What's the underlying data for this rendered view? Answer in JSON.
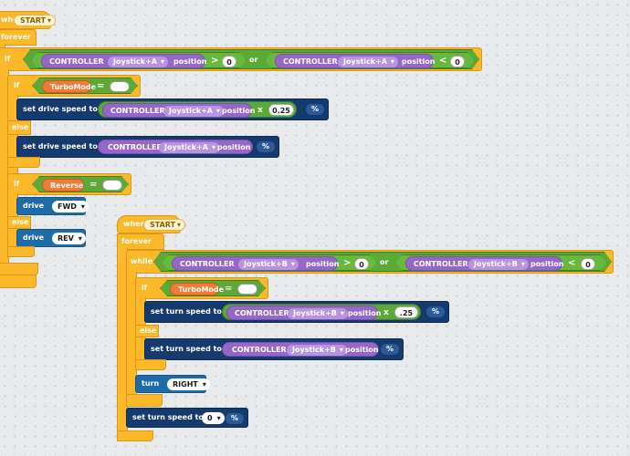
{
  "blocks": {
    "hat_when": "when",
    "hat_event": "START",
    "forever": "forever",
    "if": "if",
    "else": "else",
    "while": "while",
    "or": "or",
    "gt": ">",
    "lt": "<",
    "eq": "=",
    "mul": "x",
    "pct": "%",
    "controller": "CONTROLLER",
    "joystick_a": "Joystick+A",
    "joystick_b": "Joystick+B",
    "position": "position",
    "zero": "0",
    "turbomode": "TurboMode",
    "reverse": "Reverse",
    "set_drive_speed": "set drive speed to",
    "set_turn_speed": "set turn speed to",
    "drive": "drive",
    "turn": "turn",
    "fwd": "FWD",
    "rev": "REV",
    "right": "RIGHT",
    "val_025": "0.25",
    "val_25": ".25"
  },
  "colors": {
    "control": "#fbb829",
    "operator": "#5ba936",
    "sensing": "#9667c8",
    "variable": "#f37a32",
    "motion": "#153a6d",
    "drive": "#1d6ca8"
  }
}
